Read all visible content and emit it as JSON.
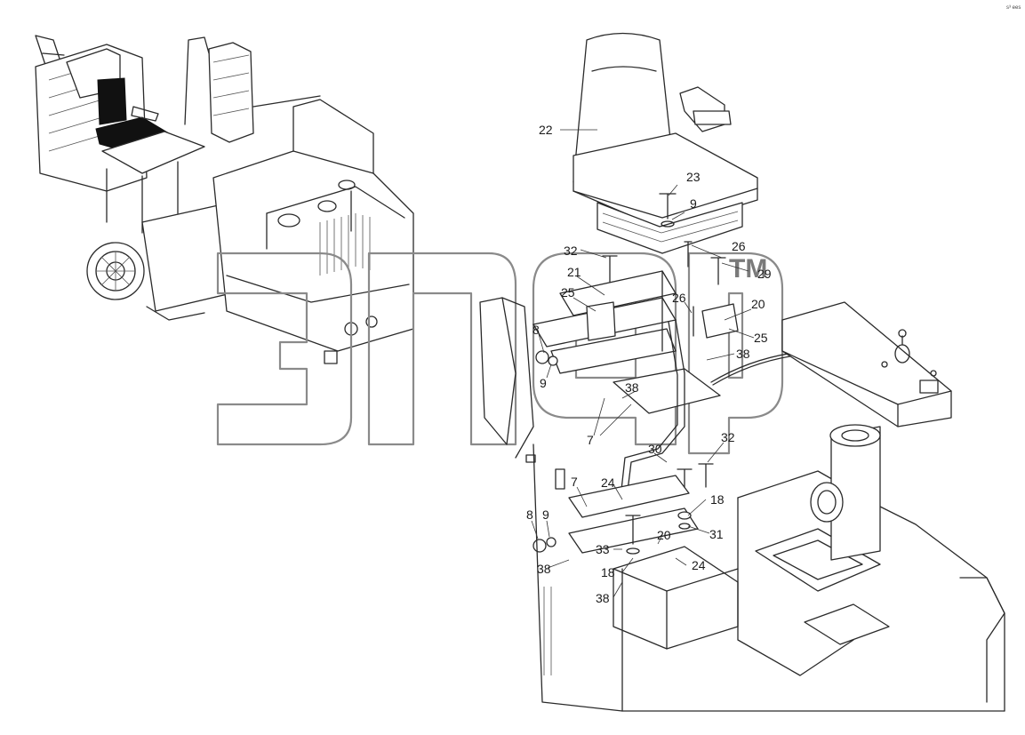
{
  "corner_code": "s³ ees",
  "watermark": {
    "trademark": "TM",
    "color": "#8a8a8a"
  },
  "callouts": [
    {
      "id": "c22",
      "text": "22"
    },
    {
      "id": "c23",
      "text": "23"
    },
    {
      "id": "c9a",
      "text": "9"
    },
    {
      "id": "c26a",
      "text": "26"
    },
    {
      "id": "c32a",
      "text": "32"
    },
    {
      "id": "c29",
      "text": "29"
    },
    {
      "id": "c21",
      "text": "21"
    },
    {
      "id": "c25a",
      "text": "25"
    },
    {
      "id": "c26b",
      "text": "26"
    },
    {
      "id": "c20a",
      "text": "20"
    },
    {
      "id": "c8a",
      "text": "8"
    },
    {
      "id": "c25b",
      "text": "25"
    },
    {
      "id": "c38a",
      "text": "38"
    },
    {
      "id": "c9b",
      "text": "9"
    },
    {
      "id": "c38b",
      "text": "38"
    },
    {
      "id": "c7a",
      "text": "7"
    },
    {
      "id": "c30",
      "text": "30"
    },
    {
      "id": "c32b",
      "text": "32"
    },
    {
      "id": "c7b",
      "text": "7"
    },
    {
      "id": "c24a",
      "text": "24"
    },
    {
      "id": "c18a",
      "text": "18"
    },
    {
      "id": "c8b",
      "text": "8"
    },
    {
      "id": "c9c",
      "text": "9"
    },
    {
      "id": "c31",
      "text": "31"
    },
    {
      "id": "c20b",
      "text": "20"
    },
    {
      "id": "c33",
      "text": "33"
    },
    {
      "id": "c24b",
      "text": "24"
    },
    {
      "id": "c38c",
      "text": "38"
    },
    {
      "id": "c18b",
      "text": "18"
    },
    {
      "id": "c38d",
      "text": "38"
    }
  ]
}
